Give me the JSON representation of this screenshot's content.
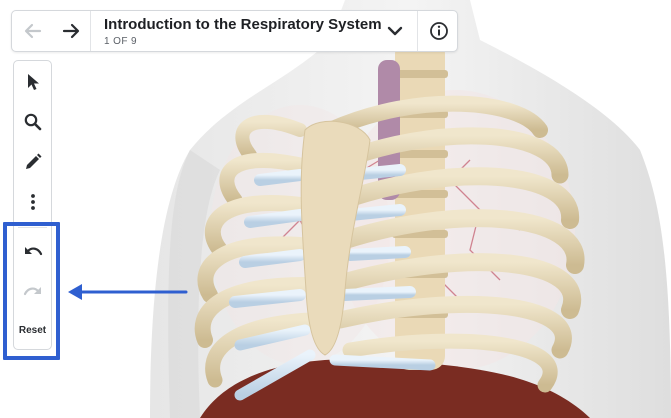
{
  "header": {
    "title": "Introduction to the Respiratory System",
    "step": "1 OF 9"
  },
  "toolbar": {
    "reset_label": "Reset"
  },
  "icons": {
    "back": "arrow-left-icon",
    "forward": "arrow-right-icon",
    "expand": "chevron-down-icon",
    "info": "info-icon",
    "select": "cursor-icon",
    "zoom": "search-icon",
    "draw": "pencil-icon",
    "more": "more-vertical-icon",
    "undo": "undo-icon",
    "redo": "redo-icon"
  },
  "colors": {
    "highlight": "#2f5fd0",
    "bone": "#e8dcc0",
    "cartilage": "#cfe0ee",
    "disabled": "#c4c8cc"
  }
}
